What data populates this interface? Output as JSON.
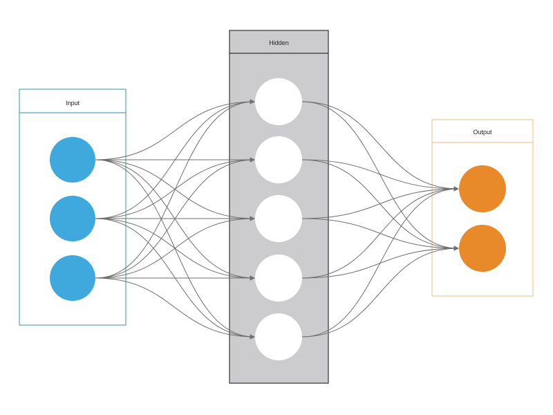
{
  "diagram": {
    "layers": [
      {
        "id": "input",
        "title": "Input",
        "node_count": 3,
        "node_color": "#3fa9de",
        "frame_color": "#5aa3b5",
        "panel_fill": "#ffffff"
      },
      {
        "id": "hidden",
        "title": "Hidden",
        "node_count": 5,
        "node_color": "#ffffff",
        "frame_color": "#333333",
        "panel_fill": "#cccbcd"
      },
      {
        "id": "output",
        "title": "Output",
        "node_count": 2,
        "node_color": "#e8892a",
        "frame_color": "#f0c79a",
        "panel_fill": "#ffffff"
      }
    ],
    "edge_color": "#6e6e6e",
    "connectivity": "fully-connected"
  }
}
